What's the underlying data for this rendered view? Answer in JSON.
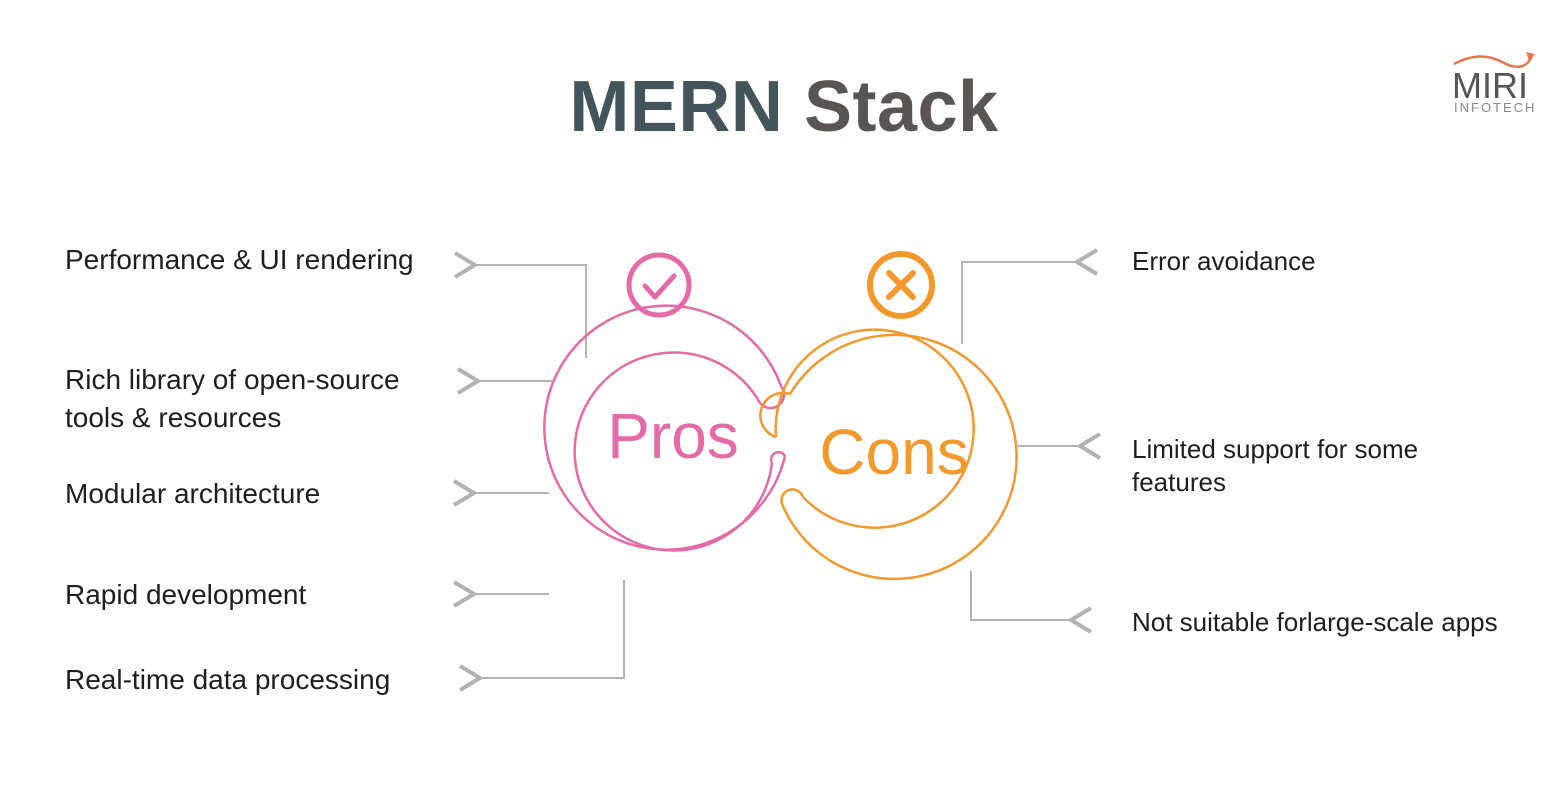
{
  "title": {
    "part1": "MERN",
    "part2": "Stack"
  },
  "logo": {
    "name": "MIRI",
    "sub": "INFOTECH"
  },
  "pros": {
    "heading": "Pros",
    "icon": "check-circle-icon",
    "color": "#e46aa8",
    "items": [
      "Performance & UI rendering",
      "Rich library of open-source",
      "tools & resources",
      "Modular architecture",
      "Rapid development",
      "Real-time data processing"
    ]
  },
  "cons": {
    "heading": "Cons",
    "icon": "x-circle-icon",
    "color": "#f3982b",
    "items": [
      "Error avoidance",
      "Limited support for some",
      "features",
      "Not suitable forlarge-scale apps"
    ]
  },
  "colors": {
    "title": "#5a5552",
    "connector": "#b3b3b3",
    "logo_swoosh": "#e8764a"
  }
}
